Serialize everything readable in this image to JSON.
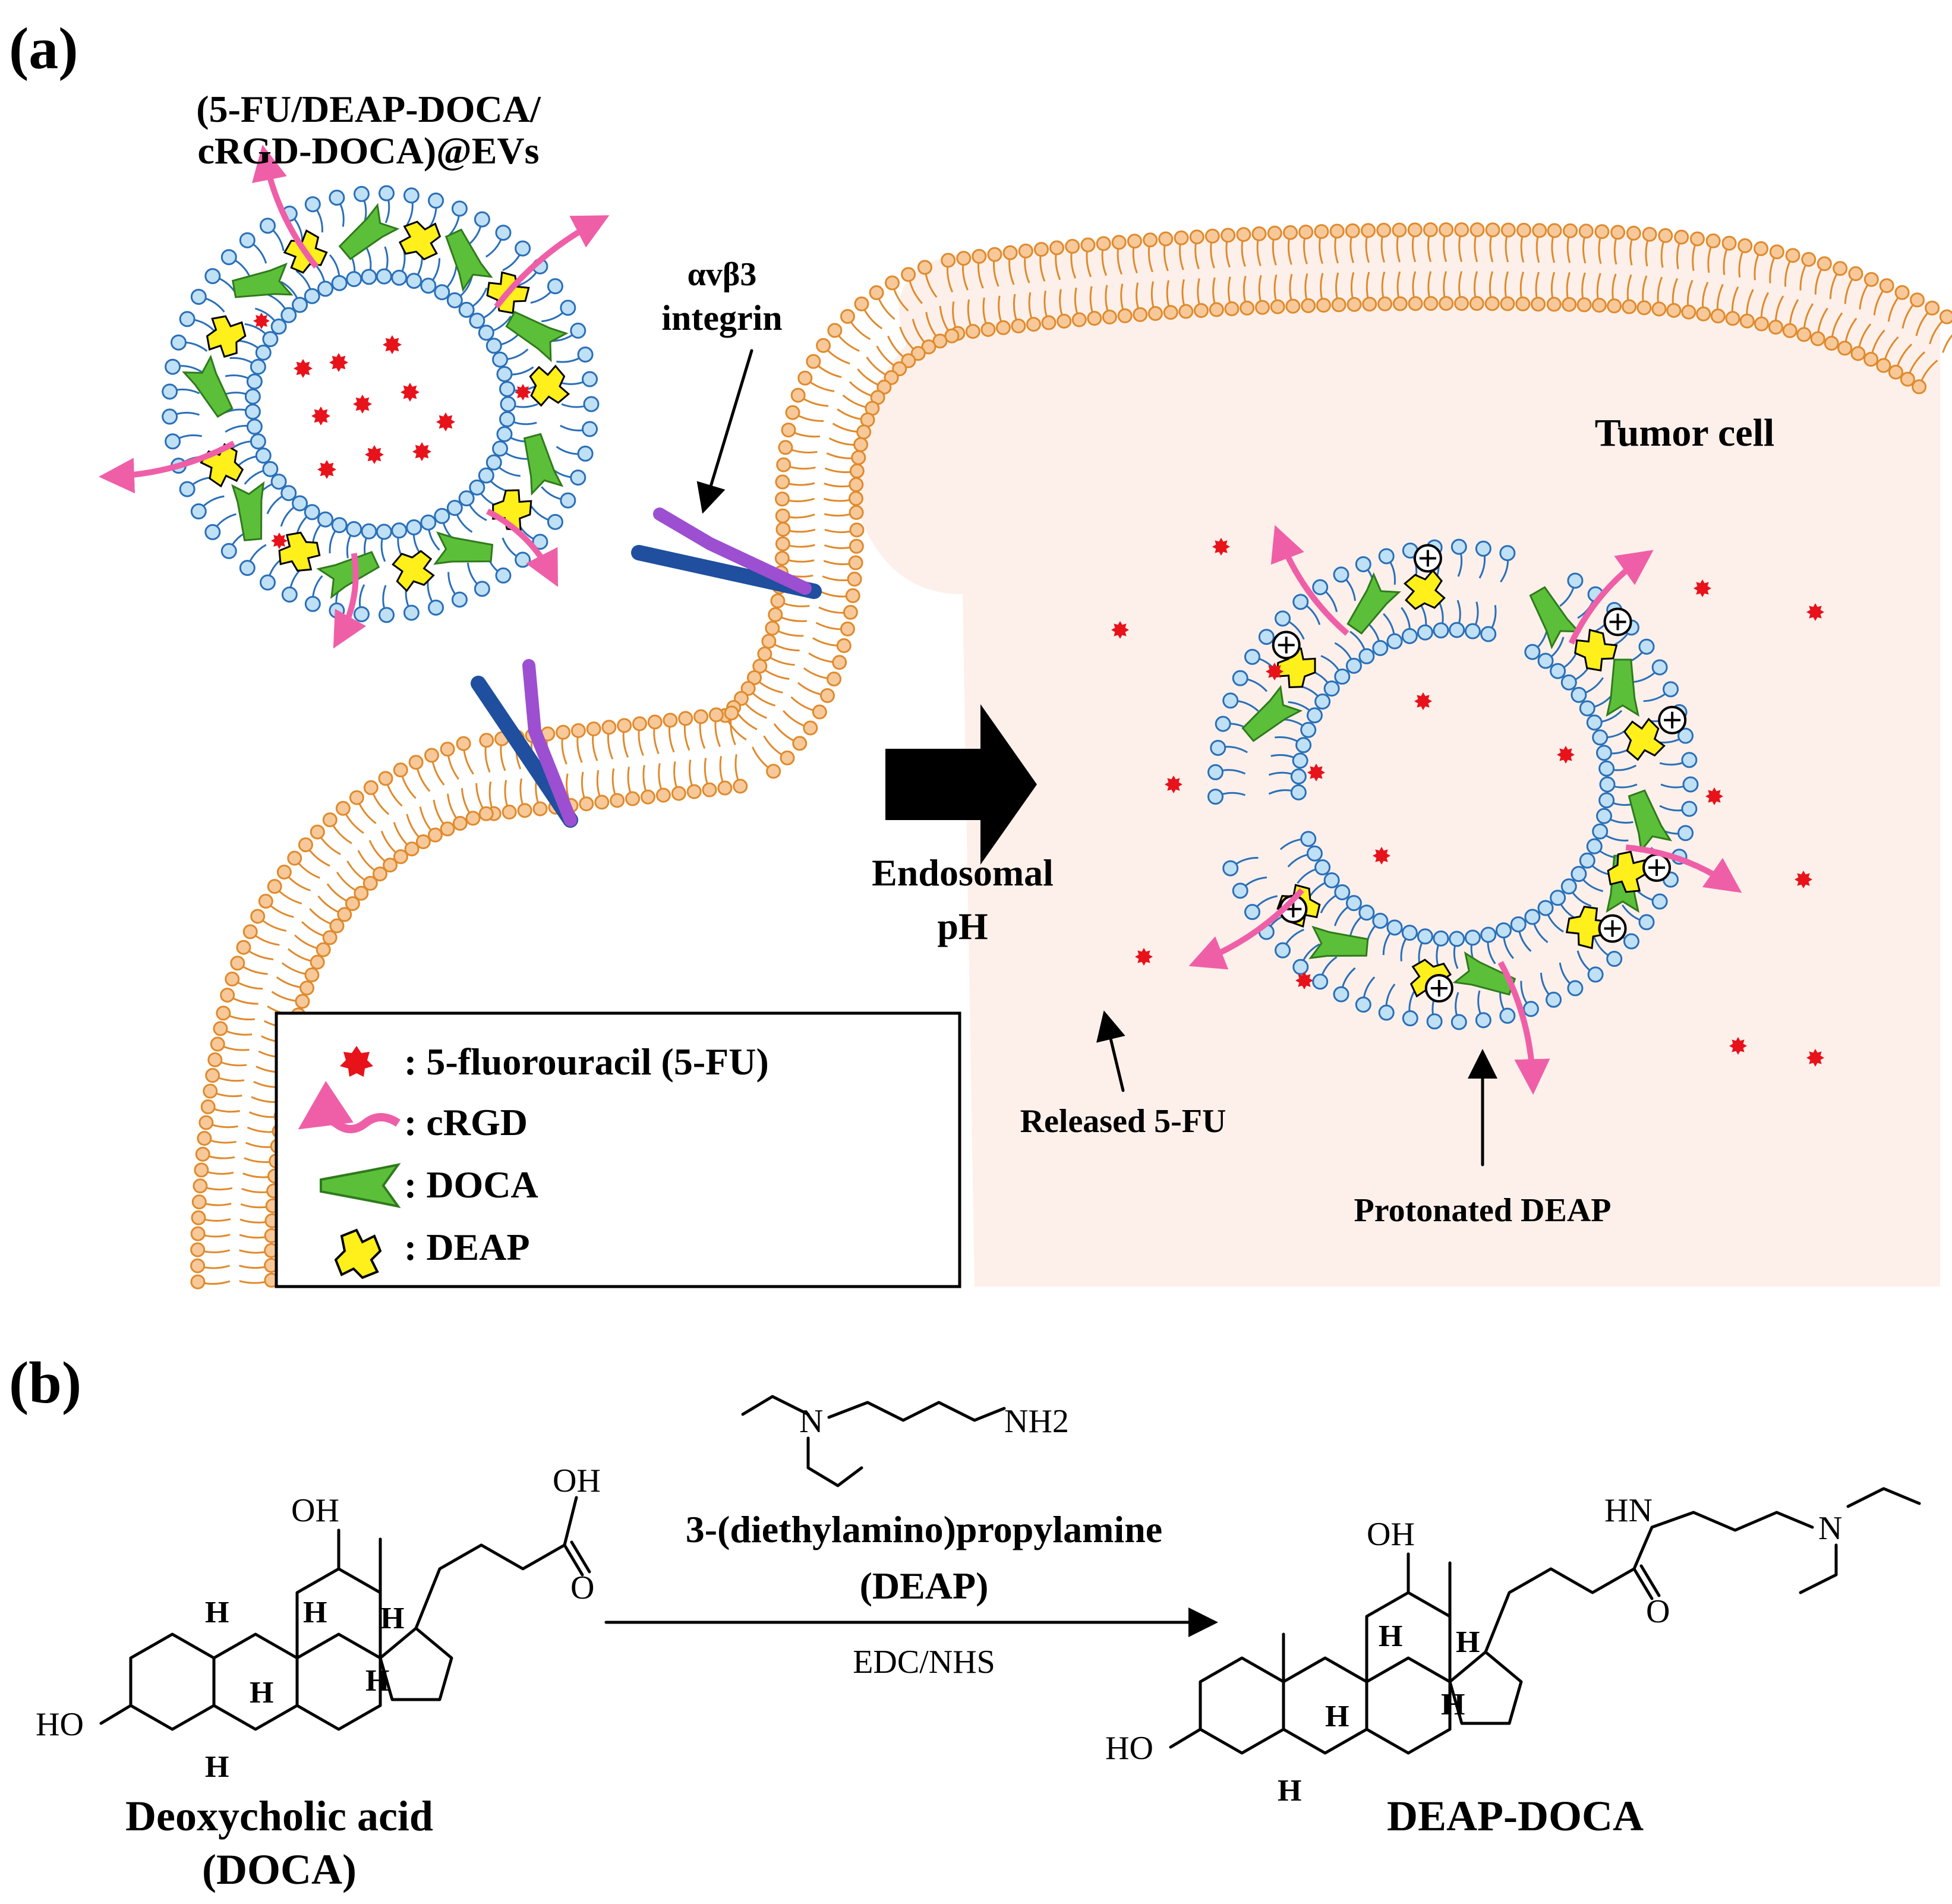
{
  "panel_a": {
    "label": "(a)",
    "ev_title_line1": "(5-FU/DEAP-DOCA/",
    "ev_title_line2": "cRGD-DOCA)@EVs",
    "integrin_greek": "αvβ3",
    "integrin_word": "integrin",
    "tumor_cell": "Tumor cell",
    "endosomal_line1": "Endosomal",
    "endosomal_line2": "pH",
    "released": "Released 5-FU",
    "protonated": "Protonated DEAP",
    "legend": {
      "fu": ": 5-fluorouracil (5-FU)",
      "crgd": ": cRGD",
      "doca": ": DOCA",
      "deap": ": DEAP"
    },
    "colors": {
      "lipid_head": "#bfe0f5",
      "lipid_stroke": "#2a6fb8",
      "cell_membrane": "#f7c99a",
      "cell_membrane_stroke": "#e08a2c",
      "cytoplasm": "#fdf0ea",
      "drug": "#e8121b",
      "crgd": "#ef5fa7",
      "doca": "#5cbf3a",
      "deap": "#ffef1a",
      "integrin_alpha": "#9c4fd0",
      "integrin_beta": "#1f4f9e"
    }
  },
  "panel_b": {
    "label": "(b)",
    "reagent_name": "3-(diethylamino)propylamine",
    "reagent_abbr": "(DEAP)",
    "conditions": "EDC/NHS",
    "nh2": "NH2",
    "doca_name": "Deoxycholic acid",
    "doca_abbr": "(DOCA)",
    "product_name": "DEAP-DOCA",
    "oh": "OH",
    "ho": "HO",
    "o": "O",
    "hn": "HN",
    "n": "N",
    "h": "H"
  }
}
